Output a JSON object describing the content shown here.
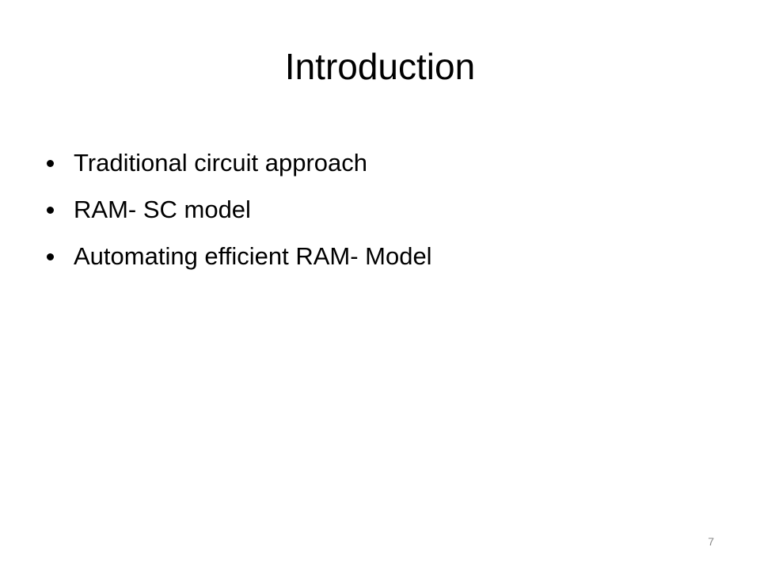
{
  "slide": {
    "title": "Introduction",
    "bullets": [
      "Traditional circuit approach",
      "RAM- SC model",
      "Automating efficient RAM- Model"
    ],
    "page_number": "7"
  }
}
